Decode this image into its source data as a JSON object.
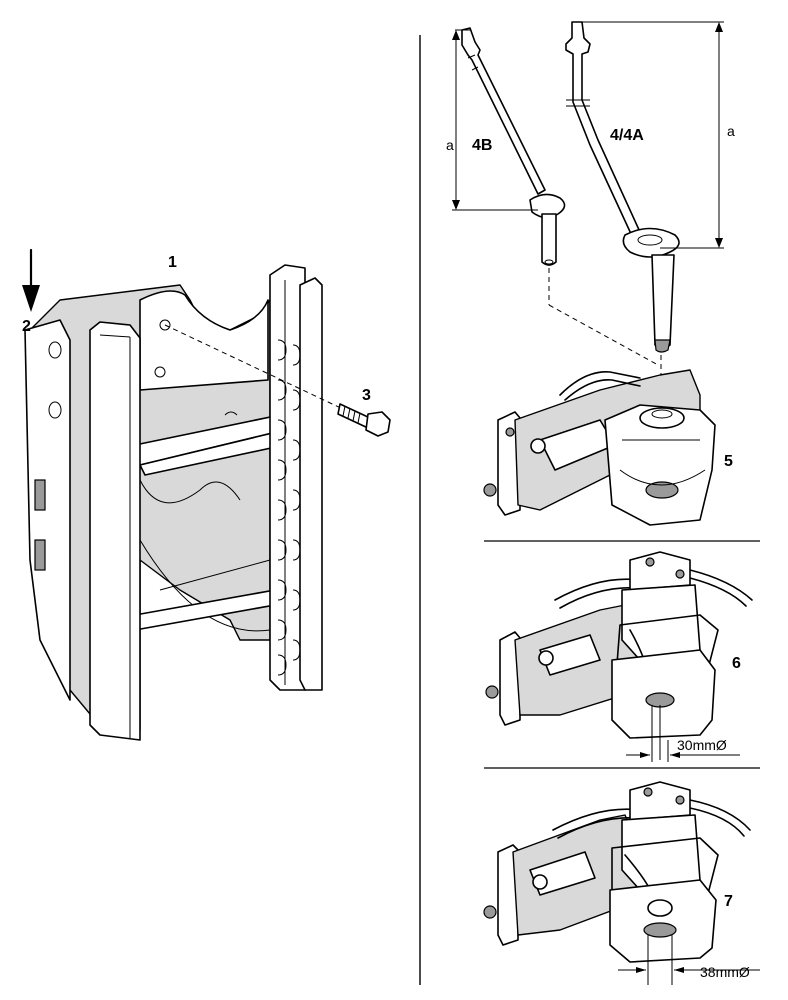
{
  "callouts": {
    "c1": "1",
    "c2": "2",
    "c3": "3",
    "c4b": "4B",
    "c4a": "4/4A",
    "c5": "5",
    "c6": "6",
    "c7": "7"
  },
  "dimensions": {
    "a_left": "a",
    "a_right": "a",
    "d30": "30mmØ",
    "d38": "38mmØ"
  },
  "colors": {
    "line": "#000000",
    "shade": "#d9d9d9",
    "background": "#ffffff"
  }
}
